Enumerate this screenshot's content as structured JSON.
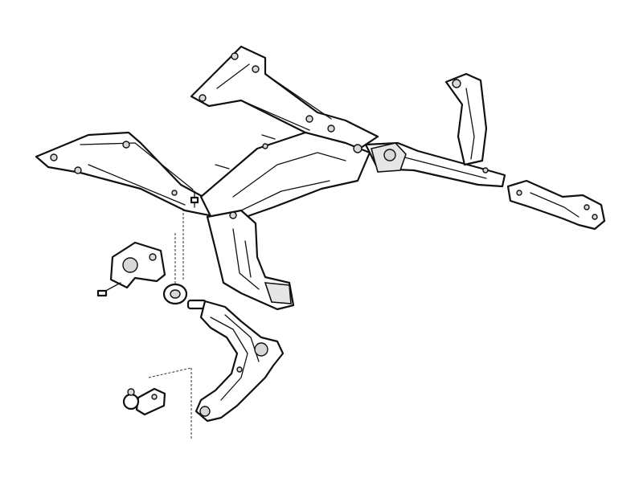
{
  "diagram": {
    "kind": "exploded-parts-drawing",
    "subject_icon": "front-subframe-suspension-icon",
    "parts": [
      {
        "id": "subframe",
        "icon": "subframe-crossmember-icon"
      },
      {
        "id": "rear-mount-right",
        "icon": "rear-mount-bracket-icon"
      },
      {
        "id": "lower-control-arm",
        "icon": "control-arm-icon"
      },
      {
        "id": "arm-bushing-bracket",
        "icon": "bushing-bracket-icon"
      },
      {
        "id": "bushing",
        "icon": "bushing-icon"
      },
      {
        "id": "ball-joint",
        "icon": "ball-joint-icon"
      },
      {
        "id": "subframe-bolts",
        "icon": "bolt-icon"
      }
    ],
    "line_color": "#111111",
    "background": "#ffffff"
  }
}
